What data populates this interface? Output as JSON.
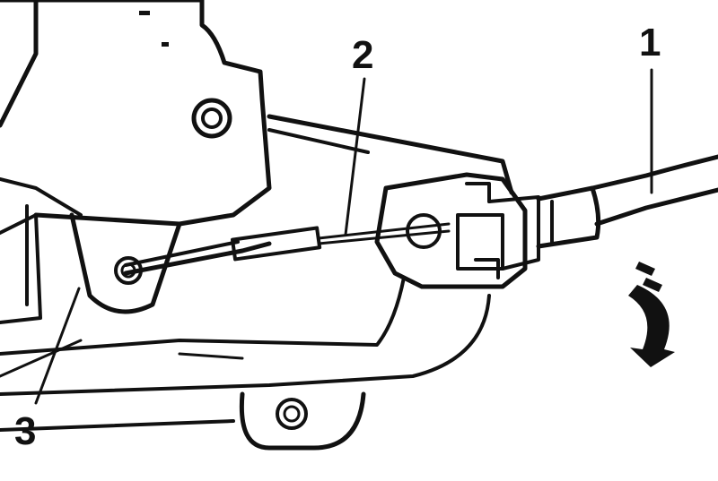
{
  "callouts": {
    "one": "1",
    "two": "2",
    "three": "3"
  },
  "colors": {
    "ink": "#111111",
    "paper": "#ffffff"
  },
  "icons": {
    "rotation_arrow": "curved-arrow-icon"
  }
}
